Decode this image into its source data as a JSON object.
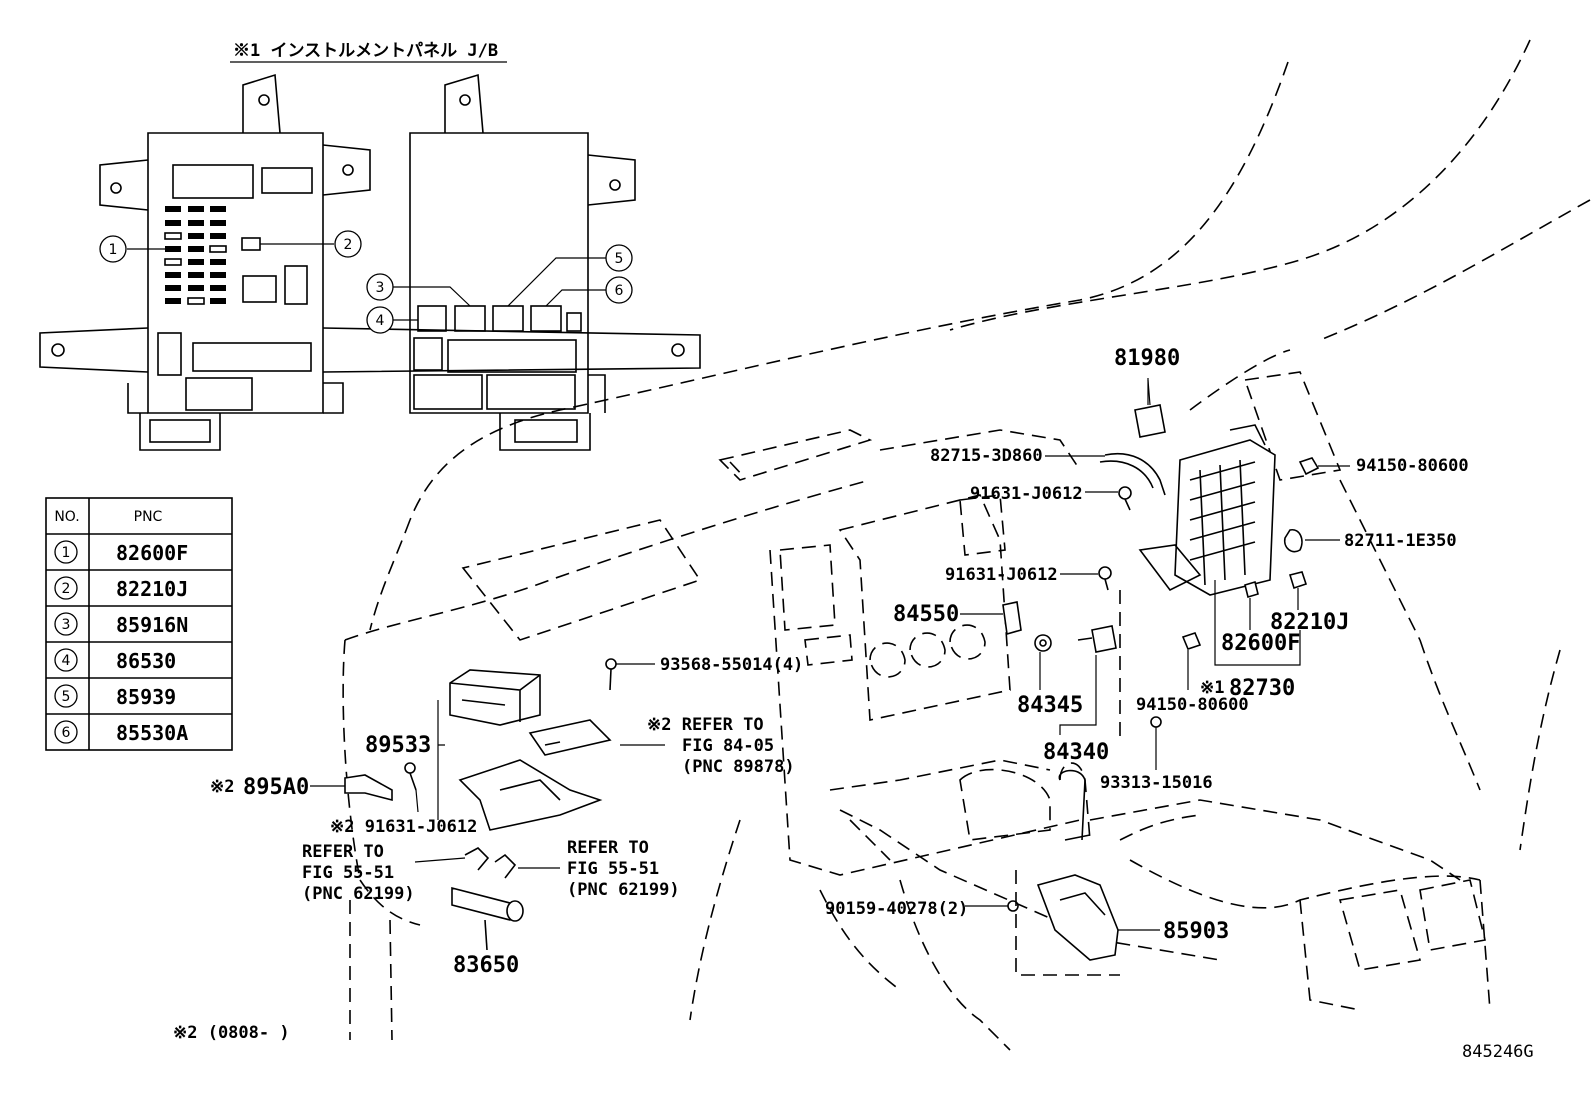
{
  "header": {
    "title": "※1 インストルメントパネル J/B"
  },
  "callouts": [
    {
      "num": "1"
    },
    {
      "num": "2"
    },
    {
      "num": "3"
    },
    {
      "num": "4"
    },
    {
      "num": "5"
    },
    {
      "num": "6"
    }
  ],
  "pnc_table": {
    "col_no": "NO.",
    "col_pnc": "PNC",
    "rows": [
      {
        "no": "1",
        "pnc": "82600F"
      },
      {
        "no": "2",
        "pnc": "82210J"
      },
      {
        "no": "3",
        "pnc": "85916N"
      },
      {
        "no": "4",
        "pnc": "86530"
      },
      {
        "no": "5",
        "pnc": "85939"
      },
      {
        "no": "6",
        "pnc": "85530A"
      }
    ]
  },
  "parts": {
    "p81980": "81980",
    "p82715": "82715-3D860",
    "p91631a": "91631-J0612",
    "p91631b": "91631-J0612",
    "p94150a": "94150-80600",
    "p82711": "82711-1E350",
    "p84550": "84550",
    "p82210j": "82210J",
    "p82600f": "82600F",
    "p82730_mark": "※1",
    "p82730": "82730",
    "p94150b": "94150-80600",
    "p84345": "84345",
    "p84340": "84340",
    "p93313": "93313-15016",
    "p93568": "93568-55014(4)",
    "p89533": "89533",
    "p895a0_mark": "※2",
    "p895a0": "895A0",
    "p91631c": "※2 91631-J0612",
    "p83650": "83650",
    "p90159": "90159-40278(2)",
    "p85903": "85903"
  },
  "refs": {
    "ref1": [
      "※2 REFER TO",
      "FIG 84-05",
      "(PNC 89878)"
    ],
    "ref2": [
      "REFER TO",
      "FIG 55-51",
      "(PNC 62199)"
    ],
    "ref3": [
      "REFER TO",
      "FIG 55-51",
      "(PNC 62199)"
    ]
  },
  "footnote": "※2 (0808-    )",
  "figure_code": "845246G"
}
